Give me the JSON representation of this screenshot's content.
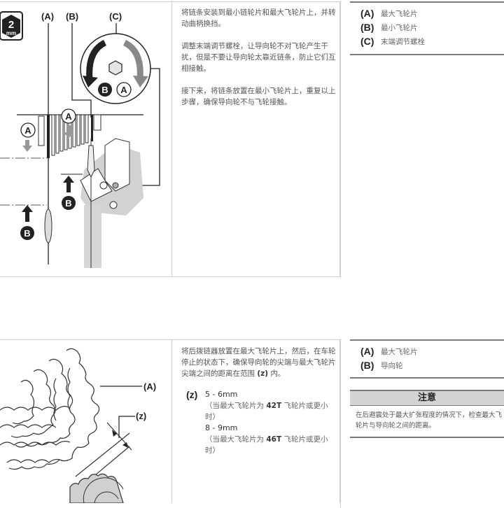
{
  "section1": {
    "tool_badge": {
      "value": "2",
      "unit": "mm"
    },
    "diagram_labels": {
      "a": "(A)",
      "b": "(B)",
      "c": "(C)"
    },
    "circle_badges": {
      "a": "A",
      "b": "B"
    },
    "steps": [
      "将链条安装到最小链轮片和最大飞轮片上，并转动曲柄换挡。",
      "调整末端调节螺栓，让导向轮不对飞轮产生干扰，但是不要让导向轮太靠近链条，防止它们互相接触。",
      "接下来，将链条放置在最小飞轮片上，重复以上步骤，确保导向轮不与飞轮接触。"
    ],
    "legend": [
      {
        "key": "(A)",
        "label": "最大飞轮片"
      },
      {
        "key": "(B)",
        "label": "最小飞轮片"
      },
      {
        "key": "(C)",
        "label": "末端调节螺栓"
      }
    ]
  },
  "section2": {
    "diagram_labels": {
      "a": "(A)",
      "z": "(z)"
    },
    "step_text_pre": "将后拨链器放置在最大飞轮片上，然后，在车轮停止的状态下，确保导向轮的尖端与最大飞轮片尖端之间的距离在范围",
    "step_text_key": "(z)",
    "step_text_post": "内。",
    "z_spec": {
      "key": "(z)",
      "items": [
        {
          "value": "5 - 6mm",
          "note_pre": "（当最大飞轮片为",
          "note_bold": "42T",
          "note_post": "飞轮片或更小时）"
        },
        {
          "value": "8 - 9mm",
          "note_pre": "（当最大飞轮片为",
          "note_bold": "46T",
          "note_post": "飞轮片或更小时）"
        }
      ]
    },
    "legend": [
      {
        "key": "(A)",
        "label": "最大飞轮片"
      },
      {
        "key": "(B)",
        "label": "导向轮"
      }
    ],
    "caution": {
      "title": "注意",
      "text": "在后避震处于最大扩张程度的情况下，检查最大飞轮片与导向轮之间的距离。"
    }
  }
}
